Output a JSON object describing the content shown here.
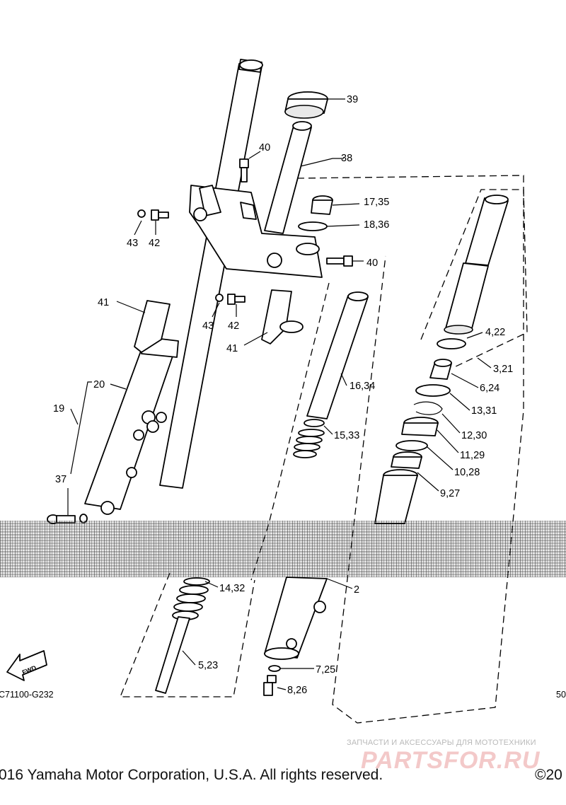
{
  "labels": {
    "p39": "39",
    "p40a": "40",
    "p38": "38",
    "p17": "17,35",
    "p18": "18,36",
    "p43a": "43",
    "p42a": "42",
    "p40b": "40",
    "p41a": "41",
    "p43b": "43",
    "p42b": "42",
    "p41b": "41",
    "p4": "4,22",
    "p3": "3,21",
    "p20": "20",
    "p19": "19",
    "p16": "16,34",
    "p6": "6,24",
    "p13": "13,31",
    "p15": "15,33",
    "p12": "12,30",
    "p11": "11,29",
    "p10": "10,28",
    "p37": "37",
    "p9": "9,27",
    "p14": "14,32",
    "p2": "2",
    "p5": "5,23",
    "p7": "7,25",
    "p8": "8,26"
  },
  "fwd_arrow": "FWD",
  "diagram_code": "C71100-G232",
  "diagram_code_right": "50",
  "footer": {
    "copyright": "016 Yamaha Motor Corporation, U.S.A. All rights reserved.",
    "copyright_right": "©20"
  },
  "watermark": {
    "caption": "ЗАПЧАСТИ И АКСЕССУАРЫ ДЛЯ МОТОТЕХНИКИ",
    "brand": "PARTSFOR.RU",
    "brand_color": "#f3c9c9"
  }
}
